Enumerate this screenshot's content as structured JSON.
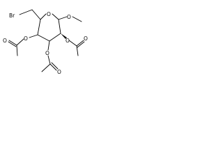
{
  "molecule": {
    "atoms": {
      "bromine": "Br",
      "ring_oxygen": "O",
      "methoxy_oxygen": "O",
      "acetoxy_oxygen_2": "O",
      "acetoxy_oxygen_3": "O",
      "acetoxy_oxygen_4": "O",
      "carbonyl_oxygen_2": "O",
      "carbonyl_oxygen_3": "O",
      "carbonyl_oxygen_4": "O"
    }
  }
}
